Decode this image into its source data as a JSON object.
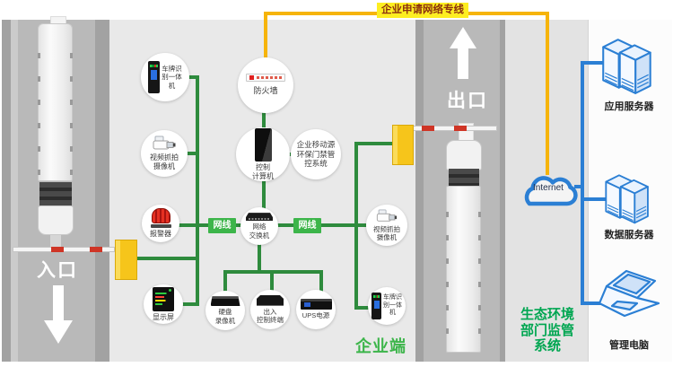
{
  "banner": {
    "label": "企业申请网络专线"
  },
  "roads": {
    "entrance": "入口",
    "exit": "出口"
  },
  "nodes": {
    "lpr_left": "车牌识\n别一体\n机",
    "camera_left": "视频抓拍\n摄像机",
    "alarm": "报警器",
    "display": "显示屏",
    "firewall": "防火墙",
    "control_pc": "控制\n计算机",
    "access_system": "企业移动源\n环保门禁管\n控系统",
    "switch": "网络\n交换机",
    "dvr": "硬盘\n录像机",
    "terminal": "出入\n控制终端",
    "ups": "UPS电源",
    "camera_right": "视频抓拍\n摄像机",
    "lpr_right": "车牌识\n别一体\n机"
  },
  "cable_labels": {
    "left": "网线",
    "right": "网线"
  },
  "cloud": {
    "label": "Internet"
  },
  "right_panel": {
    "app_server": "应用服务器",
    "data_server": "数据服务器",
    "mgmt_pc": "管理电脑"
  },
  "zones": {
    "enterprise": "企业端",
    "regulator": "生态环境\n部门监管\n系统"
  },
  "colors": {
    "green_line": "#2e8b3d",
    "green_label": "#3cb54a",
    "yellow_line": "#f6b40a",
    "banner_bg": "#fdee21",
    "banner_text": "#8a2f10",
    "blue": "#2b7fd4",
    "regulator_green": "#00a651",
    "barrier_yellow": "#f6c51b"
  }
}
